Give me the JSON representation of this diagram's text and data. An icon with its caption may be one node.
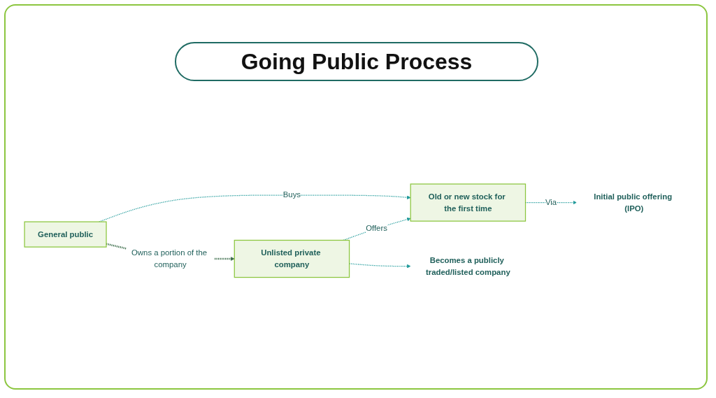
{
  "diagram": {
    "title": "Going Public Process",
    "nodes": [
      {
        "text": [
          "Unlisted private company"
        ]
      },
      {
        "text": [
          "Old or new stock for the first time"
        ]
      },
      {
        "text": [
          "General public"
        ]
      },
      {
        "text": [
          "Becomes a publicly traded/listed company"
        ]
      },
      {
        "text": [
          "Initial public offering (IPO)"
        ]
      }
    ],
    "edges": [
      {
        "from": 0,
        "to": 1,
        "arrow": "to",
        "label": "Offers",
        "style": "dashed"
      },
      {
        "from": 2,
        "to": 1,
        "arrow": "to",
        "label": "Buys",
        "style": "dashed"
      },
      {
        "from": 0,
        "to": 3,
        "arrow": "to",
        "style": "dashed"
      },
      {
        "from": 1,
        "to": 4,
        "arrow": "to",
        "label": "Via",
        "style": "dashed"
      },
      {
        "from": 2,
        "to": 0,
        "arrow": "to",
        "label": "Owns a portion of the company",
        "style": "dashed",
        "color": "#3d6e4c"
      }
    ]
  }
}
